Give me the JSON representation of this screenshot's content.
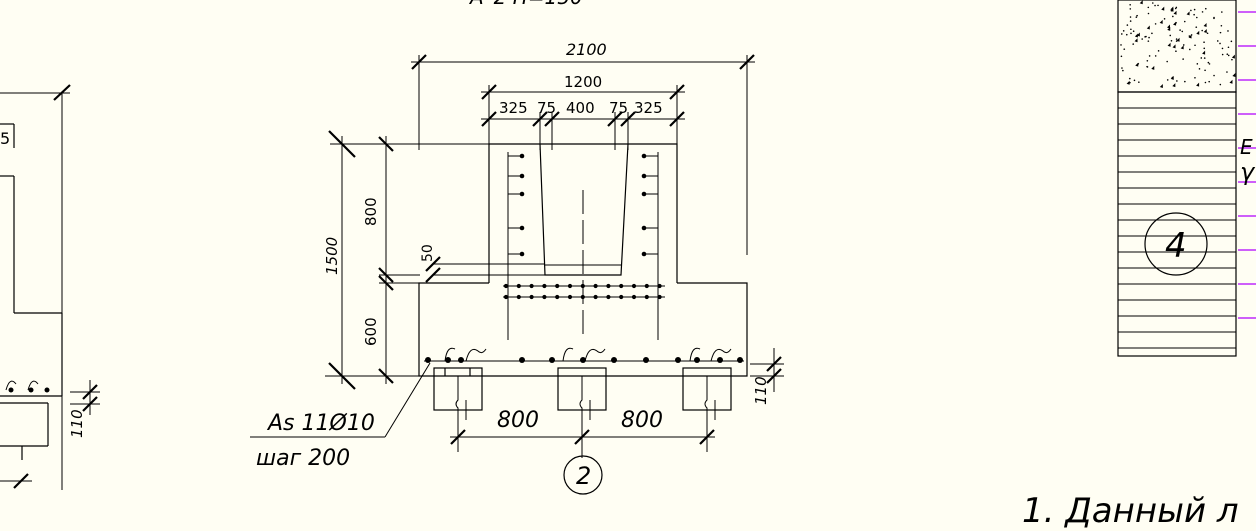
{
  "dimensions": {
    "total_width": "2100",
    "column_width": "1200",
    "segments": [
      "325",
      "75",
      "400",
      "75",
      "325"
    ],
    "total_height": "1500",
    "upper_height": "800",
    "lower_height": "600",
    "joint": "50",
    "pad_left": "110",
    "pad_right": "110",
    "pile_spacing_1": "800",
    "pile_spacing_2": "800"
  },
  "reinforcement": {
    "area": "As  11Ø10",
    "step": "шаг  200"
  },
  "callouts": {
    "pile": "2",
    "soil_layer": "4"
  },
  "note": "1. Данный л",
  "edge_text": {
    "top_fragment": "А–2       Н=150",
    "right_a": "E",
    "right_b": "γ",
    "left_fragment": "5"
  },
  "colors": {
    "background": "#fffef3",
    "lines": "#000000",
    "accent": "#b000ff"
  }
}
